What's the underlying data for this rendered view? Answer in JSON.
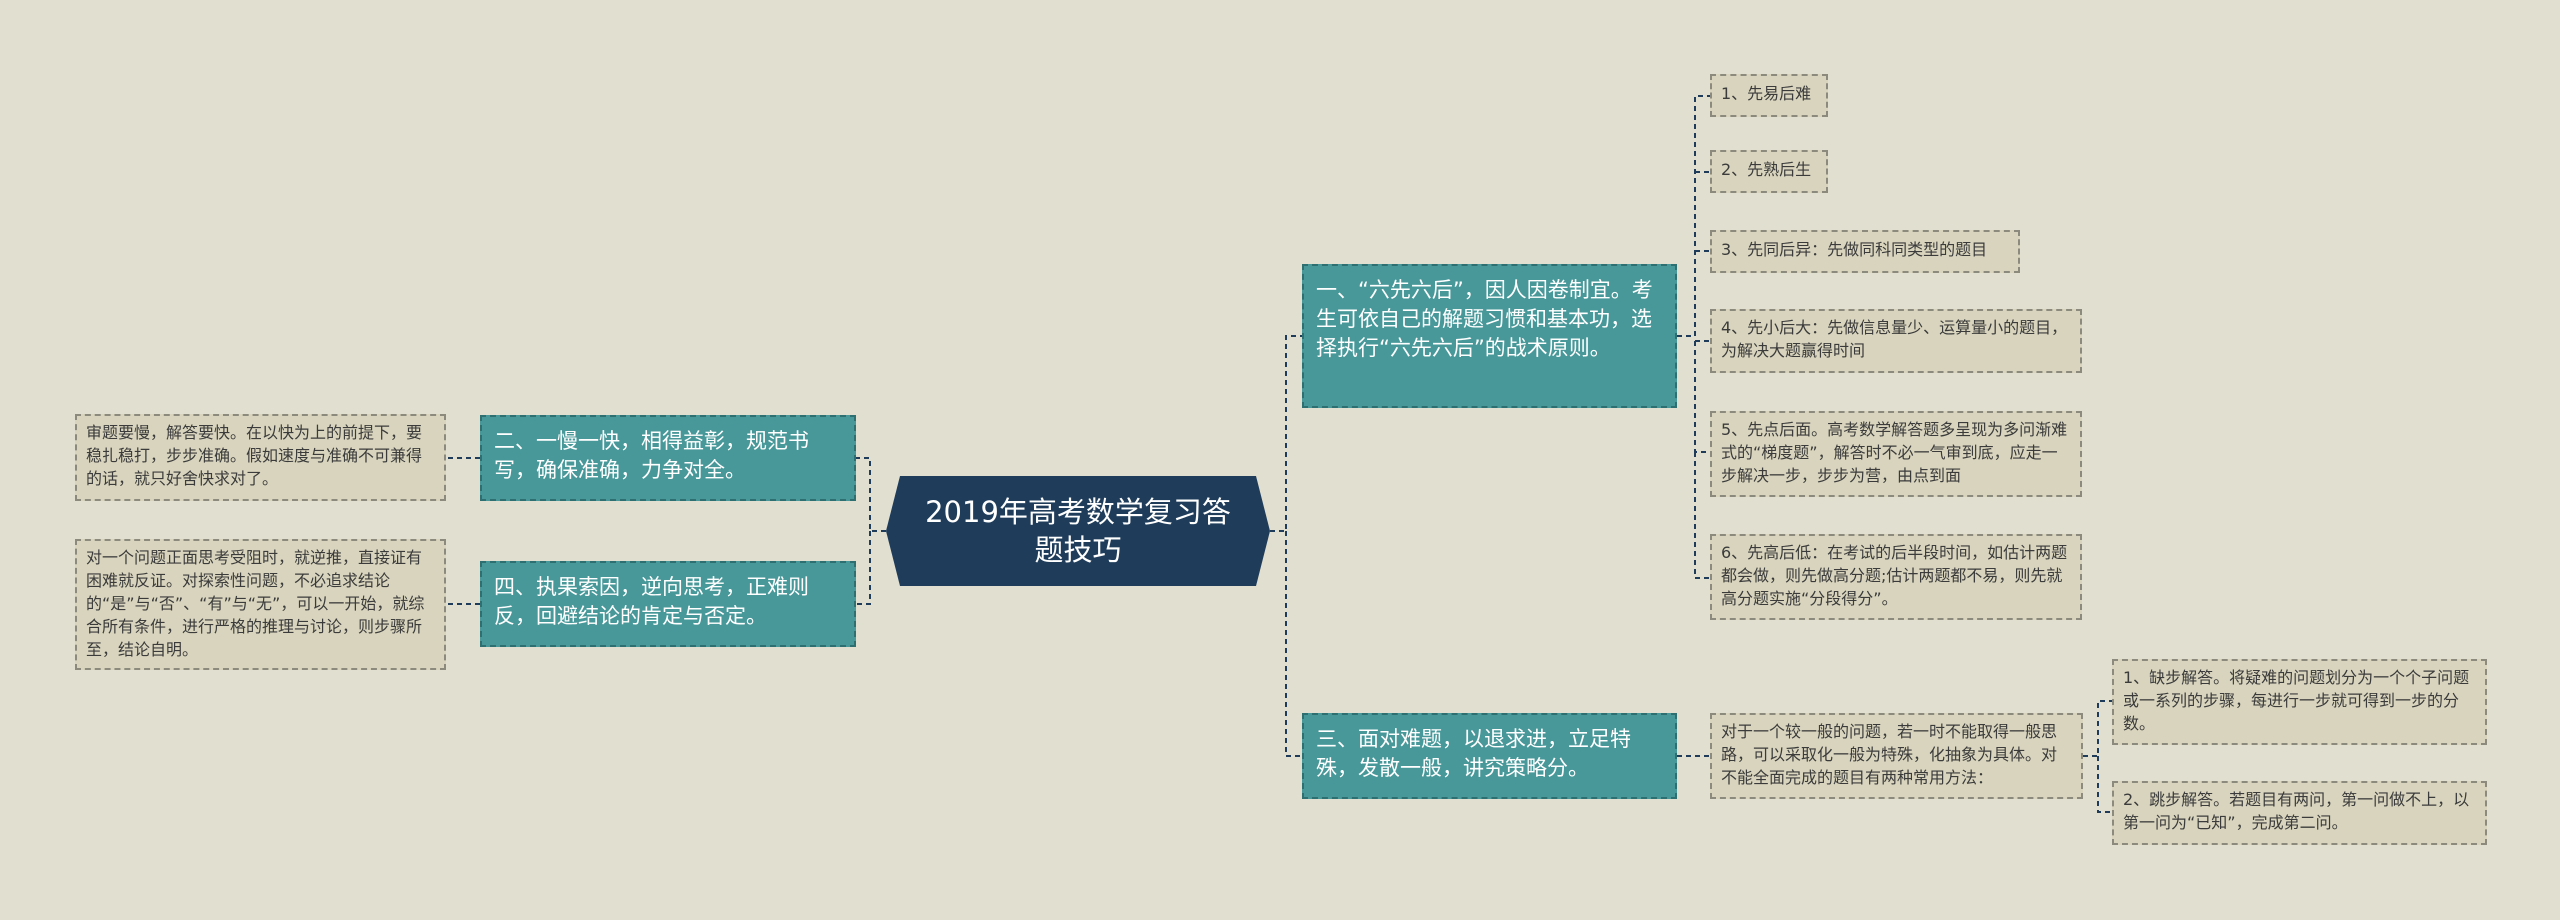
{
  "root": {
    "title": "2019年高考数学复习答题技巧"
  },
  "branches": {
    "b1": {
      "label": "一、“六先六后”，因人因卷制宜。考生可依自己的解题习惯和基本功，选择执行“六先六后”的战术原则。"
    },
    "b1_items": [
      "1、先易后难",
      "2、先熟后生",
      "3、先同后异：先做同科同类型的题目",
      "4、先小后大：先做信息量少、运算量小的题目，为解决大题赢得时间",
      "5、先点后面。高考数学解答题多呈现为多问渐难式的“梯度题”，解答时不必一气审到底，应走一步解决一步，步步为营，由点到面",
      "6、先高后低：在考试的后半段时间，如估计两题都会做，则先做高分题;估计两题都不易，则先就高分题实施“分段得分”。"
    ],
    "b3": {
      "label": "三、面对难题，以退求进，立足特殊，发散一般，讲究策略分。"
    },
    "b3_desc": "对于一个较一般的问题，若一时不能取得一般思路，可以采取化一般为特殊，化抽象为具体。对不能全面完成的题目有两种常用方法：",
    "b3_items": [
      "1、缺步解答。将疑难的问题划分为一个个子问题或一系列的步骤，每进行一步就可得到一步的分数。",
      "2、跳步解答。若题目有两问，第一问做不上，以第一问为“已知”，完成第二问。"
    ],
    "b2": {
      "label": "二、一慢一快，相得益彰，规范书写，确保准确，力争对全。"
    },
    "b2_desc": "审题要慢，解答要快。在以快为上的前提下，要稳扎稳打，步步准确。假如速度与准确不可兼得的话，就只好舍快求对了。",
    "b4": {
      "label": "四、执果索因，逆向思考，正难则反，回避结论的肯定与否定。"
    },
    "b4_desc": "对一个问题正面思考受阻时，就逆推，直接证有困难就反证。对探索性问题，不必追求结论的“是”与“否”、“有”与“无”，可以一开始，就综合所有条件，进行严格的推理与讨论，则步骤所至，结论自明。"
  },
  "colors": {
    "background": "#e1dfd0",
    "root_fill": "#1f3d5b",
    "branch_fill": "#48989a",
    "leaf_fill": "#d8d4bd",
    "connector": "#1f3d5b"
  }
}
